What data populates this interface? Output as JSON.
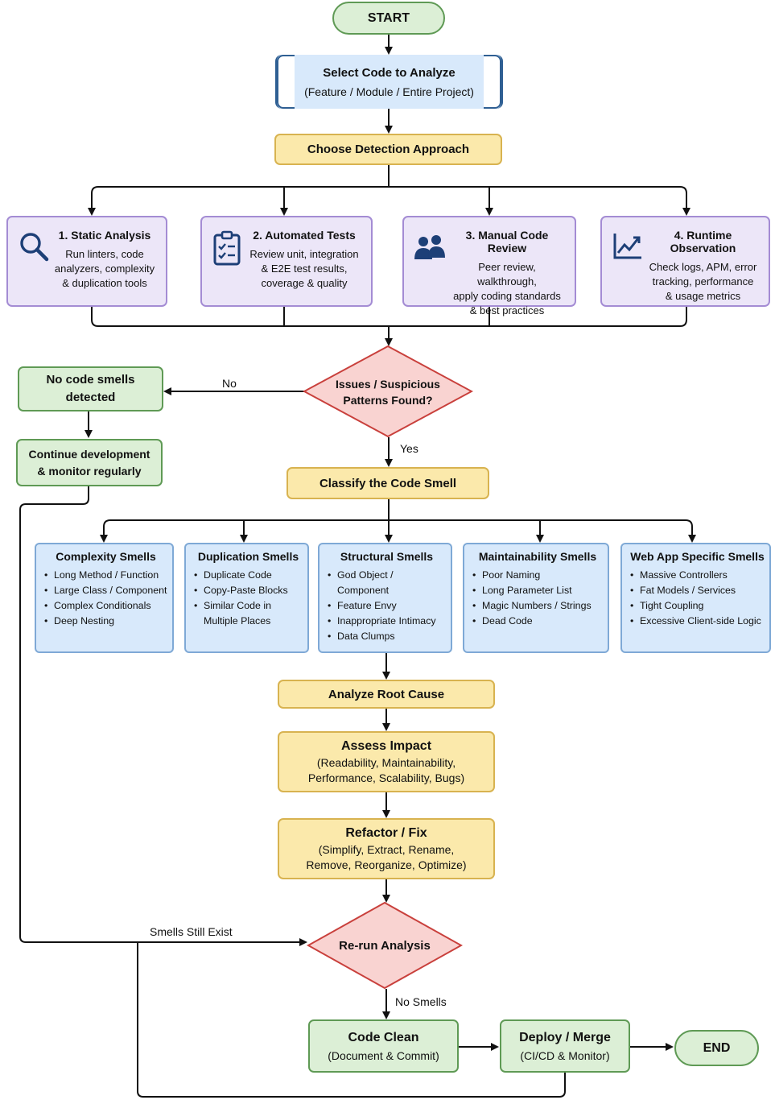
{
  "start": "START",
  "end": "END",
  "select": {
    "title": "Select Code to Analyze",
    "subtitle": "(Feature / Module / Entire Project)"
  },
  "approach": "Choose Detection Approach",
  "methods": [
    {
      "title": "1. Static Analysis",
      "desc": [
        "Run linters, code",
        "analyzers, complexity",
        "& duplication tools"
      ],
      "icon": "magnifier-icon"
    },
    {
      "title": "2. Automated Tests",
      "desc": [
        "Review unit, integration",
        "& E2E test results,",
        "coverage & quality"
      ],
      "icon": "clipboard-checklist-icon"
    },
    {
      "title": "3. Manual Code Review",
      "desc": [
        "Peer review, walkthrough,",
        "apply coding standards",
        "& best practices"
      ],
      "icon": "people-icon"
    },
    {
      "title": "4. Runtime Observation",
      "desc": [
        "Check logs, APM, error",
        "tracking, performance",
        "& usage metrics"
      ],
      "icon": "line-chart-icon"
    }
  ],
  "decision1": {
    "line1": "Issues / Suspicious",
    "line2": "Patterns Found?",
    "no_label": "No",
    "yes_label": "Yes"
  },
  "no_smells": {
    "line1": "No code smells",
    "line2": "detected"
  },
  "continue_dev": {
    "line1": "Continue development",
    "line2": "& monitor regularly"
  },
  "classify": "Classify the Code Smell",
  "smells": [
    {
      "title": "Complexity Smells",
      "items": [
        "Long Method / Function",
        "Large Class / Component",
        "Complex Conditionals",
        "Deep Nesting"
      ]
    },
    {
      "title": "Duplication Smells",
      "items": [
        "Duplicate Code",
        "Copy-Paste Blocks",
        "Similar Code in Multiple Places"
      ]
    },
    {
      "title": "Structural Smells",
      "items": [
        "God Object / Component",
        "Feature Envy",
        "Inappropriate Intimacy",
        "Data Clumps"
      ]
    },
    {
      "title": "Maintainability Smells",
      "items": [
        "Poor Naming",
        "Long Parameter List",
        "Magic Numbers / Strings",
        "Dead Code"
      ]
    },
    {
      "title": "Web App Specific Smells",
      "items": [
        "Massive Controllers",
        "Fat Models / Services",
        "Tight Coupling",
        "Excessive Client-side Logic"
      ]
    }
  ],
  "root_cause": "Analyze Root Cause",
  "impact": {
    "title": "Assess Impact",
    "line1": "(Readability, Maintainability,",
    "line2": "Performance, Scalability, Bugs)"
  },
  "refactor": {
    "title": "Refactor / Fix",
    "line1": "(Simplify, Extract, Rename,",
    "line2": "Remove, Reorganize, Optimize)"
  },
  "rerun": {
    "label": "Re-run Analysis",
    "still_label": "Smells Still Exist",
    "no_smells_label": "No Smells"
  },
  "clean": {
    "title": "Code Clean",
    "subtitle": "(Document & Commit)"
  },
  "deploy": {
    "title": "Deploy / Merge",
    "subtitle": "(CI/CD & Monitor)"
  },
  "colors": {
    "green": "#dcefd6",
    "yellow": "#fbe9ab",
    "blue": "#d8e9fb",
    "purple": "#ece6f8",
    "red": "#f9d3d1"
  }
}
